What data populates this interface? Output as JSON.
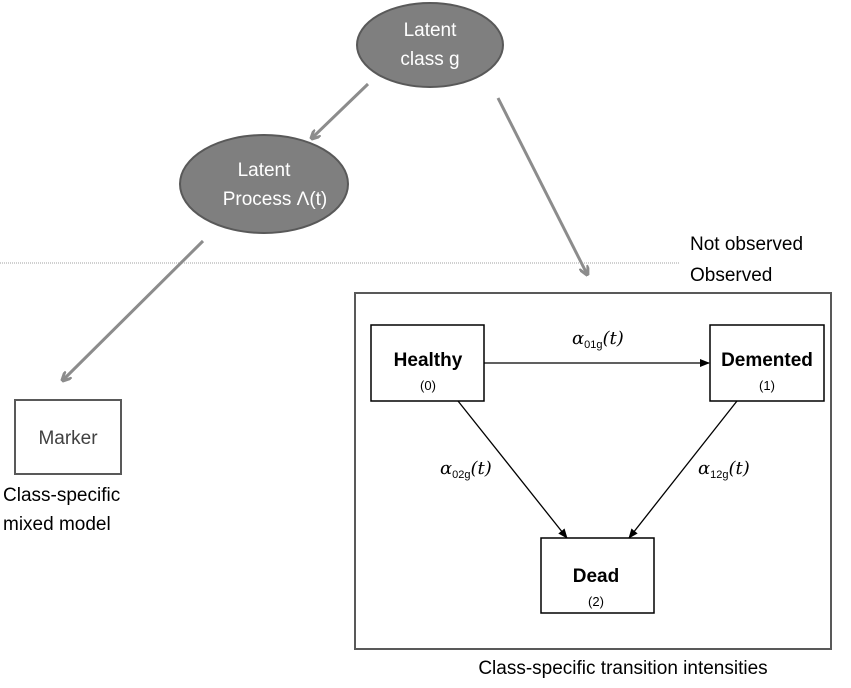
{
  "nodes": {
    "latent_class": {
      "line1": "Latent",
      "line2": "class g"
    },
    "latent_process": {
      "line1": "Latent",
      "line2": "Process Λ(t)"
    },
    "marker": {
      "label": "Marker"
    },
    "healthy": {
      "label": "Healthy",
      "code": "(0)"
    },
    "demented": {
      "label": "Demented",
      "code": "(1)"
    },
    "dead": {
      "label": "Dead",
      "code": "(2)"
    }
  },
  "transitions": {
    "t01": {
      "alpha": "α",
      "sub": "01g",
      "arg": "(t)"
    },
    "t02": {
      "alpha": "α",
      "sub": "02g",
      "arg": "(t)"
    },
    "t12": {
      "alpha": "α",
      "sub": "12g",
      "arg": "(t)"
    }
  },
  "labels": {
    "not_observed": "Not observed",
    "observed": "Observed",
    "marker_caption_1": "Class-specific",
    "marker_caption_2": "mixed model",
    "box_caption": "Class-specific transition intensities"
  },
  "colors": {
    "ellipse_fill": "#7f7f7f",
    "ellipse_stroke": "#595959",
    "grey_arrow": "#8c8c8c",
    "box_stroke": "#595959"
  }
}
